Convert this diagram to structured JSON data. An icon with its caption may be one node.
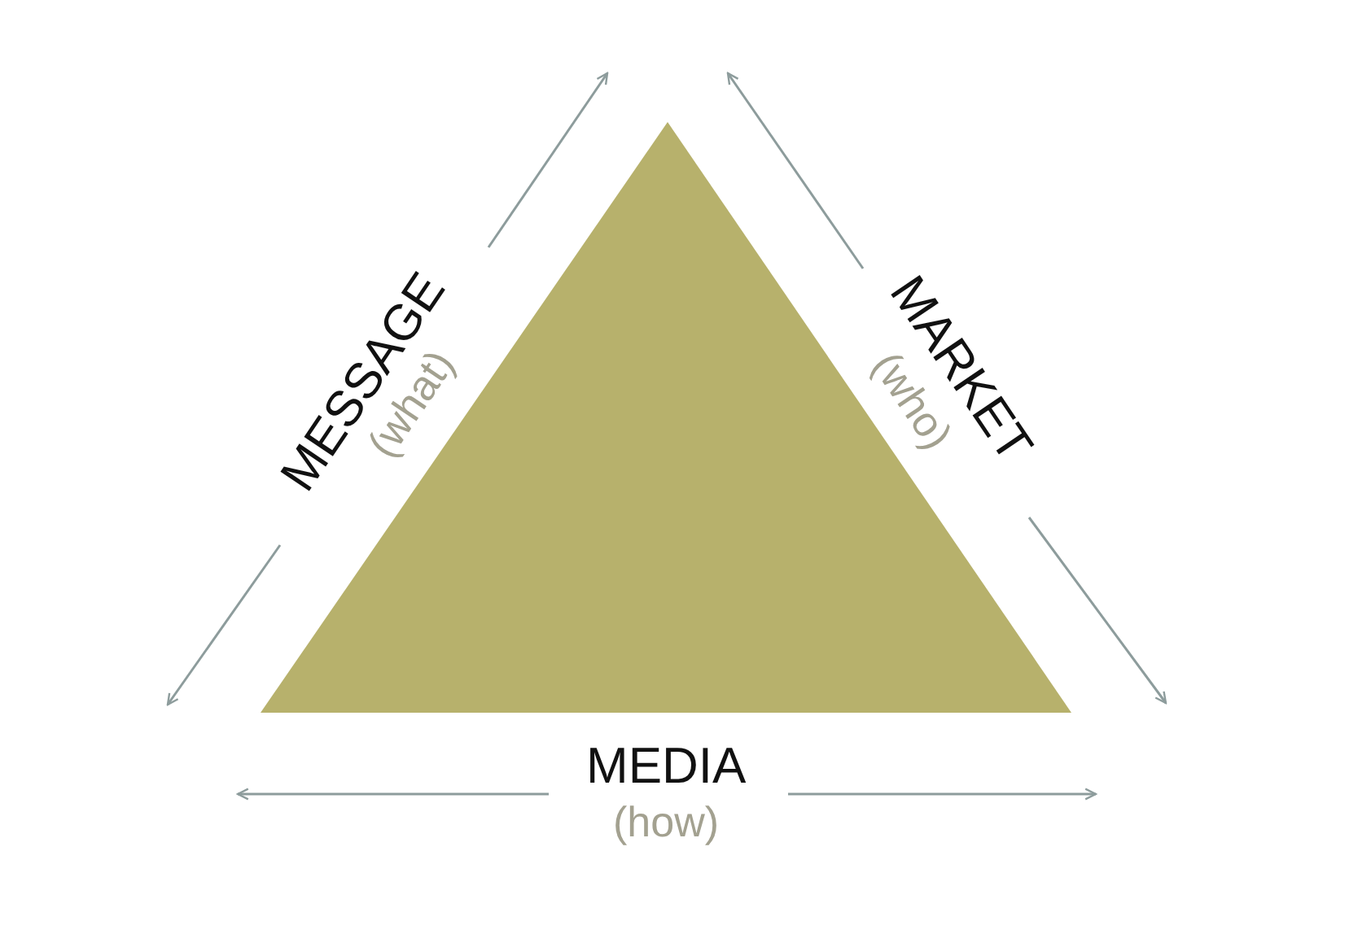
{
  "diagram": {
    "labels": [
      "MESSAGE",
      "(what)",
      "MARKET",
      "(who)",
      "MEDIA",
      "(how)"
    ]
  }
}
